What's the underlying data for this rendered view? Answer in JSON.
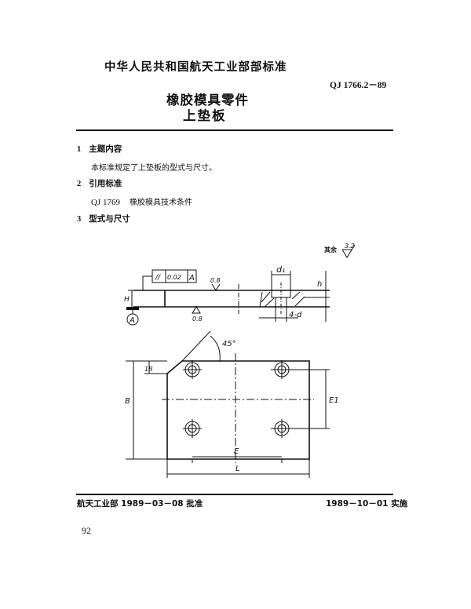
{
  "header": {
    "organization": "中华人民共和国航天工业部部标准",
    "standard_code": "QJ 1766.2－89",
    "title_line1": "橡胶模具零件",
    "title_line2": "上垫板"
  },
  "sections": [
    {
      "number": "1",
      "heading": "主题内容",
      "body": "本标准规定了上垫板的型式与尺寸。"
    },
    {
      "number": "2",
      "heading": "引用标准",
      "reference_code": "QJ 1769",
      "reference_title": "橡胶模具技术条件"
    },
    {
      "number": "3",
      "heading": "型式与尺寸"
    }
  ],
  "drawing": {
    "roughness_note_label": "其余",
    "roughness_note_value": "3.2",
    "tolerance_frame": {
      "symbol": "//",
      "value": "0.02",
      "datum": "A"
    },
    "datum_label": "A",
    "surface_roughness_top": "0.8",
    "surface_roughness_bottom": "0.8",
    "section_dims": {
      "thickness": "H",
      "counterbore_dia": "d₁",
      "counterbore_depth": "h",
      "hole_dia": "4-d"
    },
    "plan_dims": {
      "chamfer_angle": "45°",
      "chamfer_size": "1B",
      "width": "B",
      "hole_spacing_y": "E1",
      "hole_spacing_x": "E",
      "length": "L"
    }
  },
  "footer": {
    "approval": "航天工业部 1989－03－08 批准",
    "effective": "1989－10－01 实施",
    "page_number": "92"
  }
}
